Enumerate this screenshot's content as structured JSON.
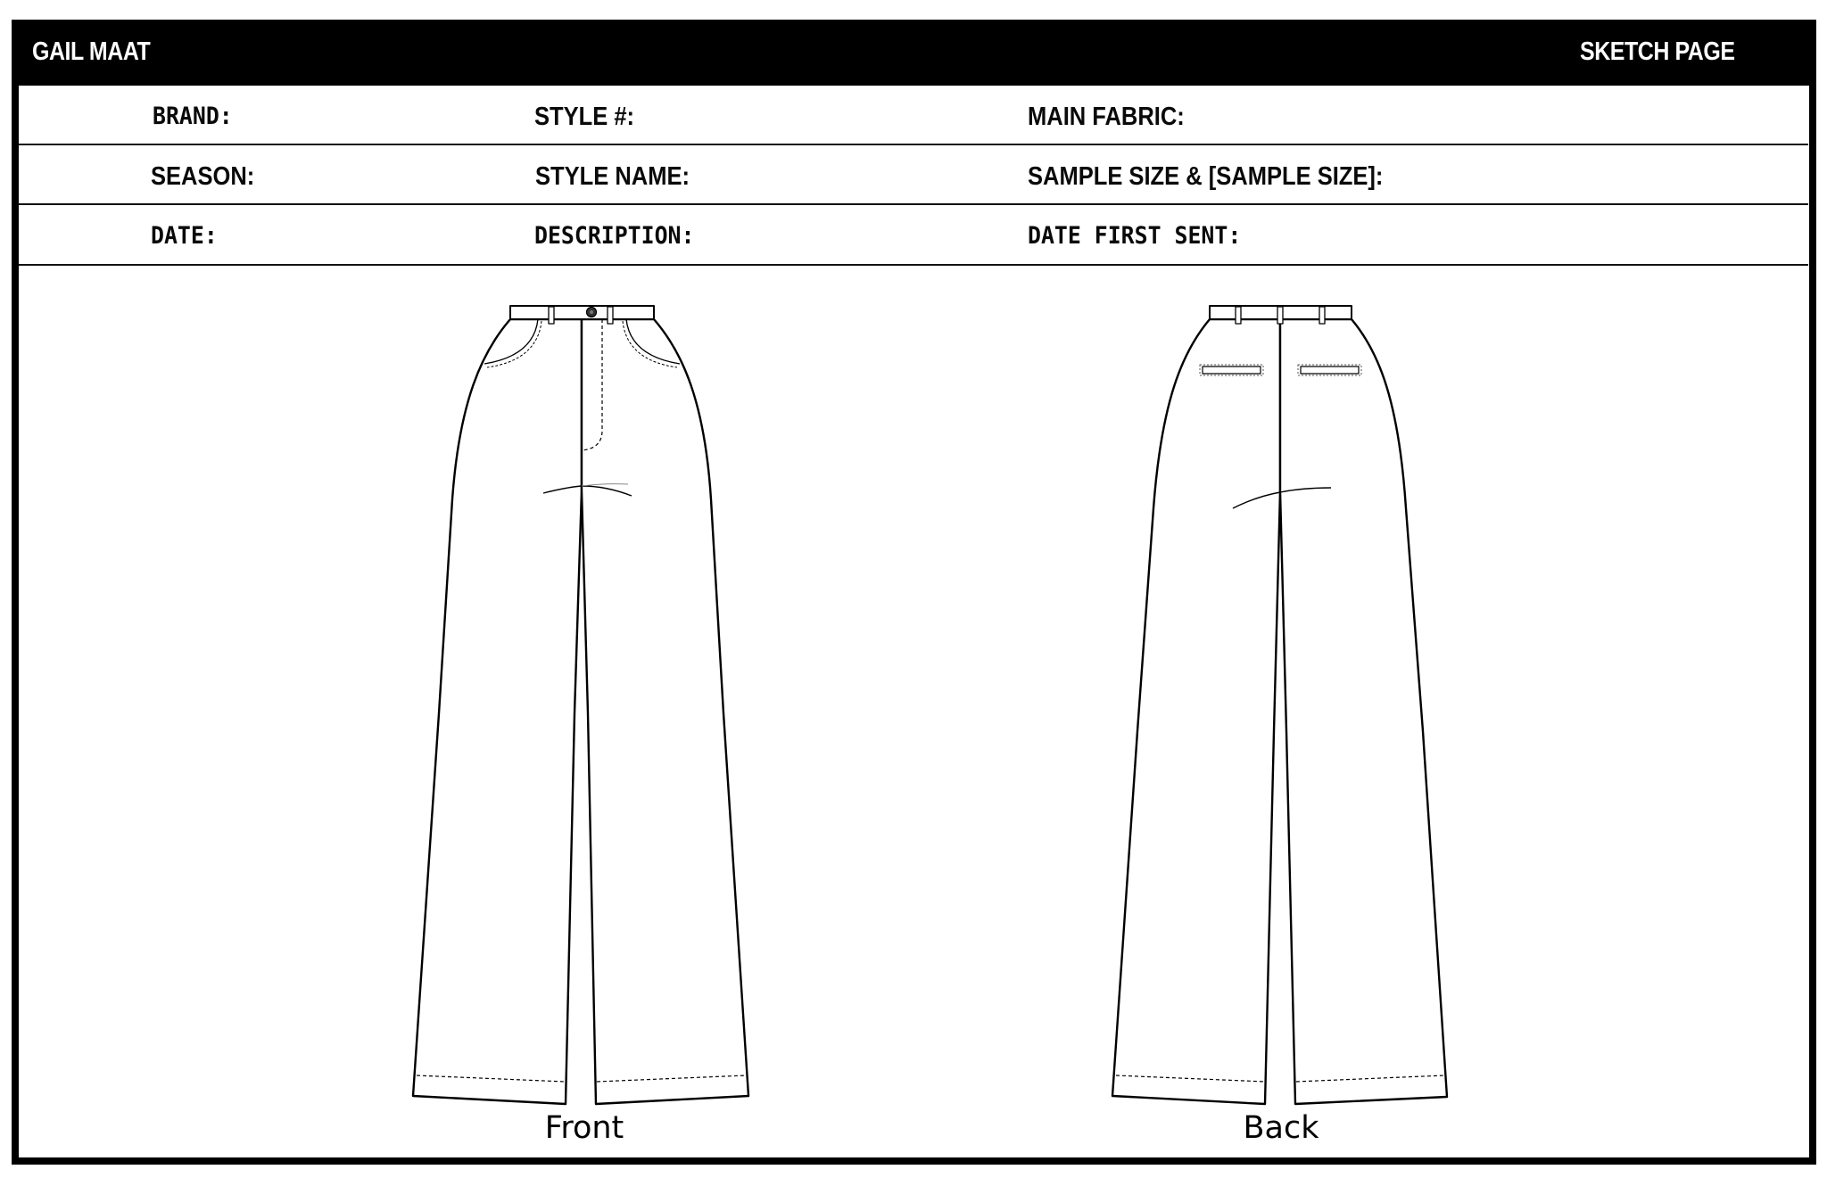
{
  "header": {
    "company": "GAIL MAAT",
    "page_title": "SKETCH PAGE"
  },
  "info_fields": {
    "rows": [
      {
        "col1": "BRAND:",
        "col2": "STYLE #:",
        "col3": "MAIN FABRIC:"
      },
      {
        "col1": "SEASON:",
        "col2": "STYLE NAME:",
        "col3": "SAMPLE SIZE & [SAMPLE SIZE]:"
      },
      {
        "col1": "DATE:",
        "col2": "DESCRIPTION:",
        "col3": "DATE FIRST SENT:"
      }
    ]
  },
  "sketches": {
    "front": {
      "label": "Front",
      "icon": "pants-front-flat-sketch"
    },
    "back": {
      "label": "Back",
      "icon": "pants-back-flat-sketch"
    }
  },
  "colors": {
    "ink": "#000000",
    "paper": "#ffffff",
    "stitch": "#333333"
  }
}
